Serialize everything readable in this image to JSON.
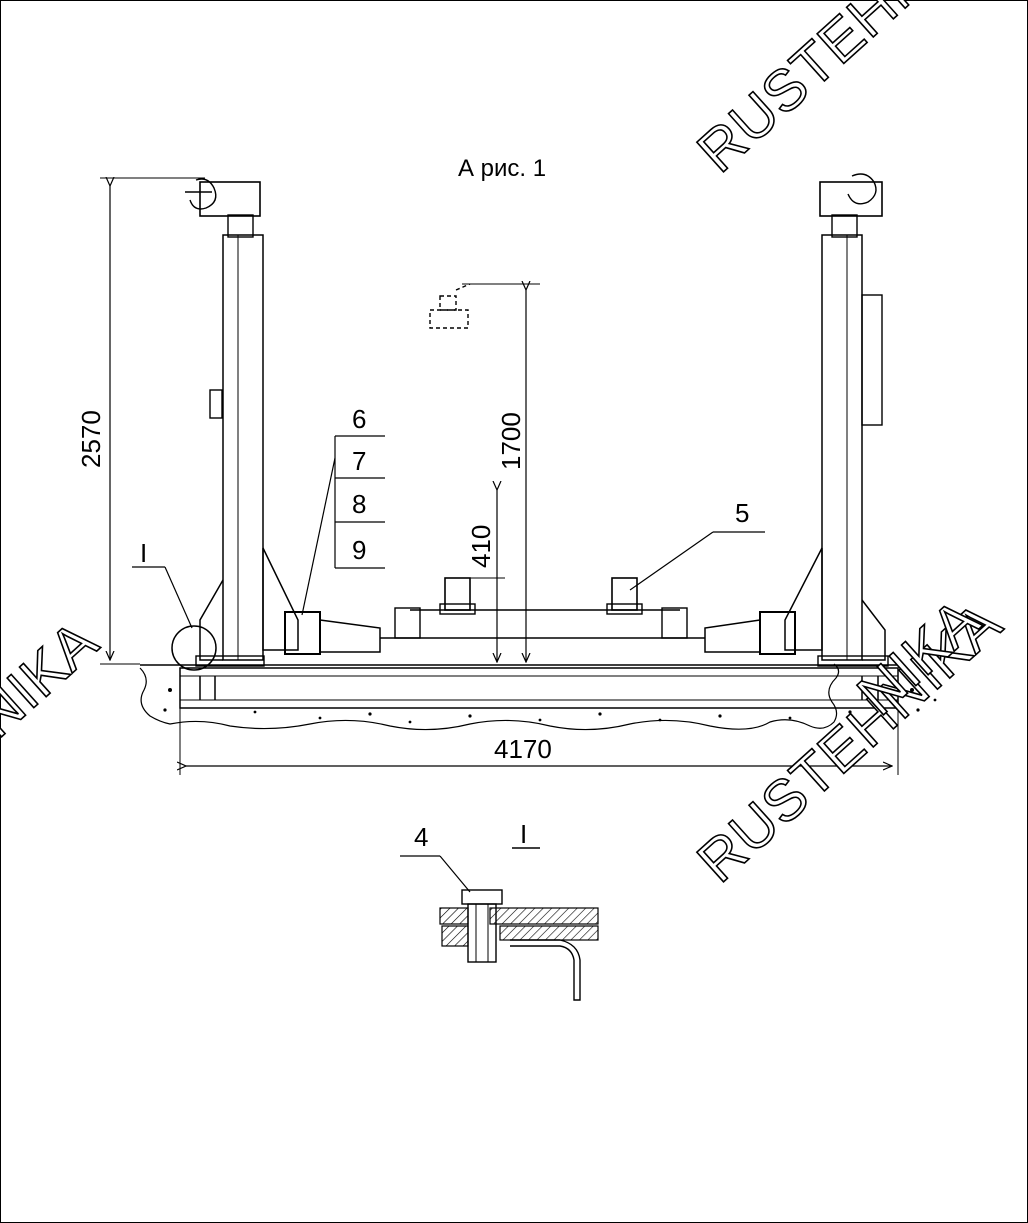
{
  "title": "А рис. 1",
  "dimensions": {
    "height_total": "2570",
    "height_raise": "1700",
    "height_low": "410",
    "width_total": "4170"
  },
  "callouts": {
    "item_6": "6",
    "item_7": "7",
    "item_8": "8",
    "item_9": "9",
    "item_5": "5",
    "item_4": "4"
  },
  "detail_marker": "I",
  "detail_title": "I",
  "watermark": "RUSTEHNIKA",
  "watermark_partial_left": "NIKA",
  "watermark_partial_right": "NIKA",
  "colors": {
    "line": "#000000",
    "background": "#ffffff"
  }
}
